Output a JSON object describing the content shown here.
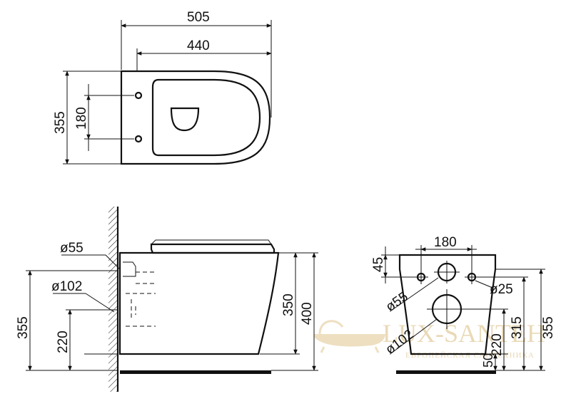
{
  "top_view": {
    "dims": {
      "overall_length": "505",
      "length_to_holes": "440",
      "overall_width": "355",
      "hole_spacing": "180"
    }
  },
  "side_view": {
    "dims": {
      "outlet_upper": "ø55",
      "outlet_lower": "ø102",
      "mount_height": "355",
      "outlet_height": "220",
      "bowl_height": "350",
      "total_height": "400"
    }
  },
  "rear_view": {
    "dims": {
      "hole_spacing": "180",
      "top_offset": "45",
      "inlet": "ø55",
      "bolt": "ø25",
      "outlet": "ø102",
      "outlet_height": "220",
      "height_a": "315",
      "height_b": "355",
      "floor_gap": "50"
    }
  },
  "watermark": {
    "brand": "LUX-SANTEH",
    "tagline": "ЕВРОПЕЙСКАЯ САНТЕХНИКА",
    "color": "#e9d9b7"
  }
}
